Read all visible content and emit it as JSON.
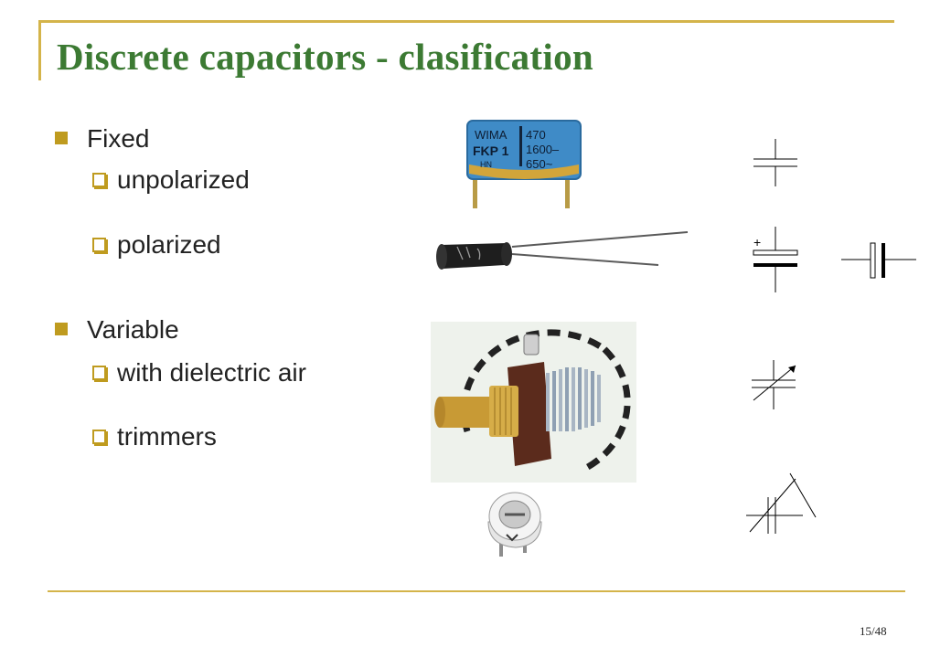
{
  "slide": {
    "title": "Discrete capacitors - clasification",
    "page_number": "15/48"
  },
  "bullets": {
    "fixed": "Fixed",
    "unpolarized": "unpolarized",
    "polarized": "polarized",
    "variable": "Variable",
    "air": "with dielectric air",
    "trimmers": "trimmers"
  },
  "photos": {
    "film_capacitor_text": [
      "WIMA",
      "470",
      "FKP 1",
      "1600–",
      "HN",
      "650~"
    ],
    "polarity_sign": "+"
  },
  "colors": {
    "title": "#3c7a33",
    "accent": "#bf9b1f",
    "frame": "#d4b44a"
  }
}
